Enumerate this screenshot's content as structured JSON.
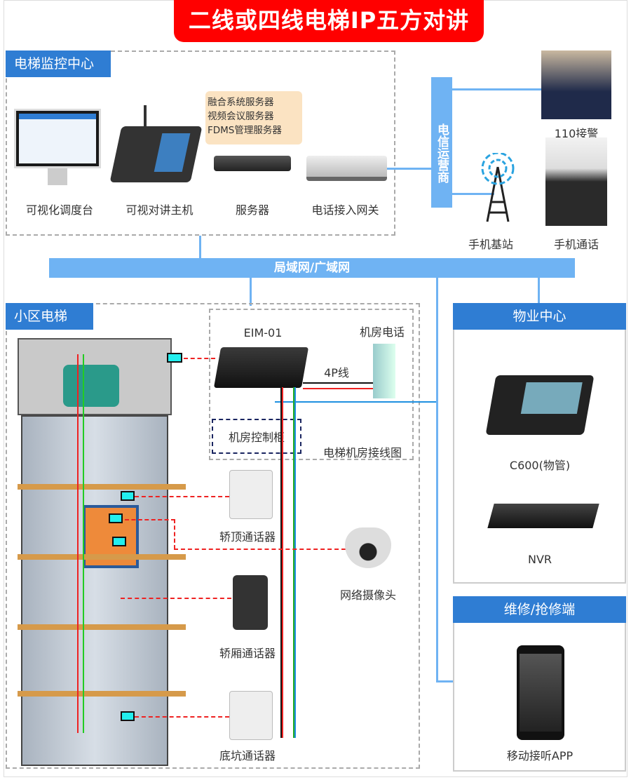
{
  "title": "二线或四线电梯IP五方对讲",
  "monitor_center": {
    "label": "电梯监控中心",
    "servers_note": [
      "融合系统服务器",
      "视频会议服务器",
      "FDMS管理服务器"
    ],
    "devices": [
      "可视化调度台",
      "可视对讲主机",
      "服务器",
      "电话接入网关"
    ]
  },
  "carrier": "电信运营商",
  "external": {
    "police": "110接警",
    "base_station": "手机基站",
    "mobile_call": "手机通话"
  },
  "network": "局域网/广域网",
  "community": {
    "label": "小区电梯",
    "module": "EIM-01",
    "machine_phone": "机房电话",
    "cable": "4P线",
    "control_cabinet": "机房控制柜",
    "wiring_caption": "电梯机房接线图",
    "car_top": "轿顶通话器",
    "car": "轿厢通话器",
    "pit": "底坑通话器",
    "camera": "网络摄像头"
  },
  "property": {
    "label": "物业中心",
    "phone": "C600(物管)",
    "nvr": "NVR"
  },
  "repair": {
    "label": "维修/抢修端",
    "app": "移动接听APP"
  }
}
